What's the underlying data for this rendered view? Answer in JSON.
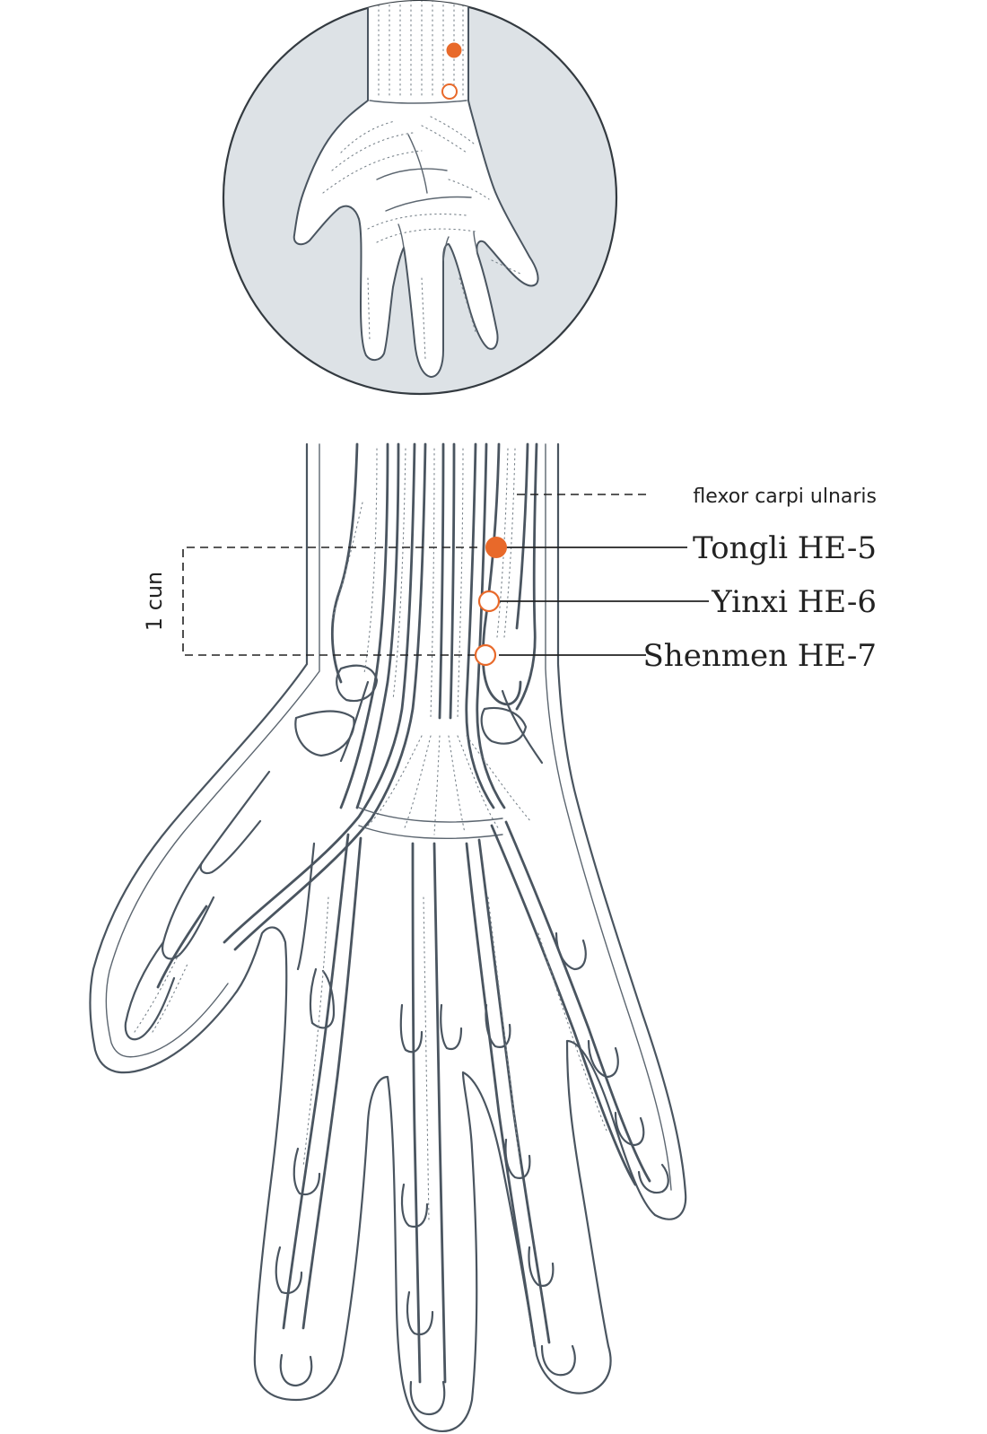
{
  "colors": {
    "point_accent": "#e8692a",
    "inset_background": "#dde2e6",
    "line": "#4a5560",
    "text": "#222222"
  },
  "labels": {
    "flexor_carpi_ulnaris": "flexor carpi ulnaris",
    "tongli": "Tongli HE-5",
    "yinxi": "Yinxi HE-6",
    "shenmen": "Shenmen HE-7",
    "cun": "1 cun"
  },
  "points": [
    {
      "id": "tongli",
      "filled": true
    },
    {
      "id": "yinxi",
      "filled": false
    },
    {
      "id": "shenmen",
      "filled": false
    }
  ],
  "inset_points": [
    {
      "id": "tongli-inset",
      "filled": true
    },
    {
      "id": "shenmen-inset",
      "filled": false
    }
  ]
}
